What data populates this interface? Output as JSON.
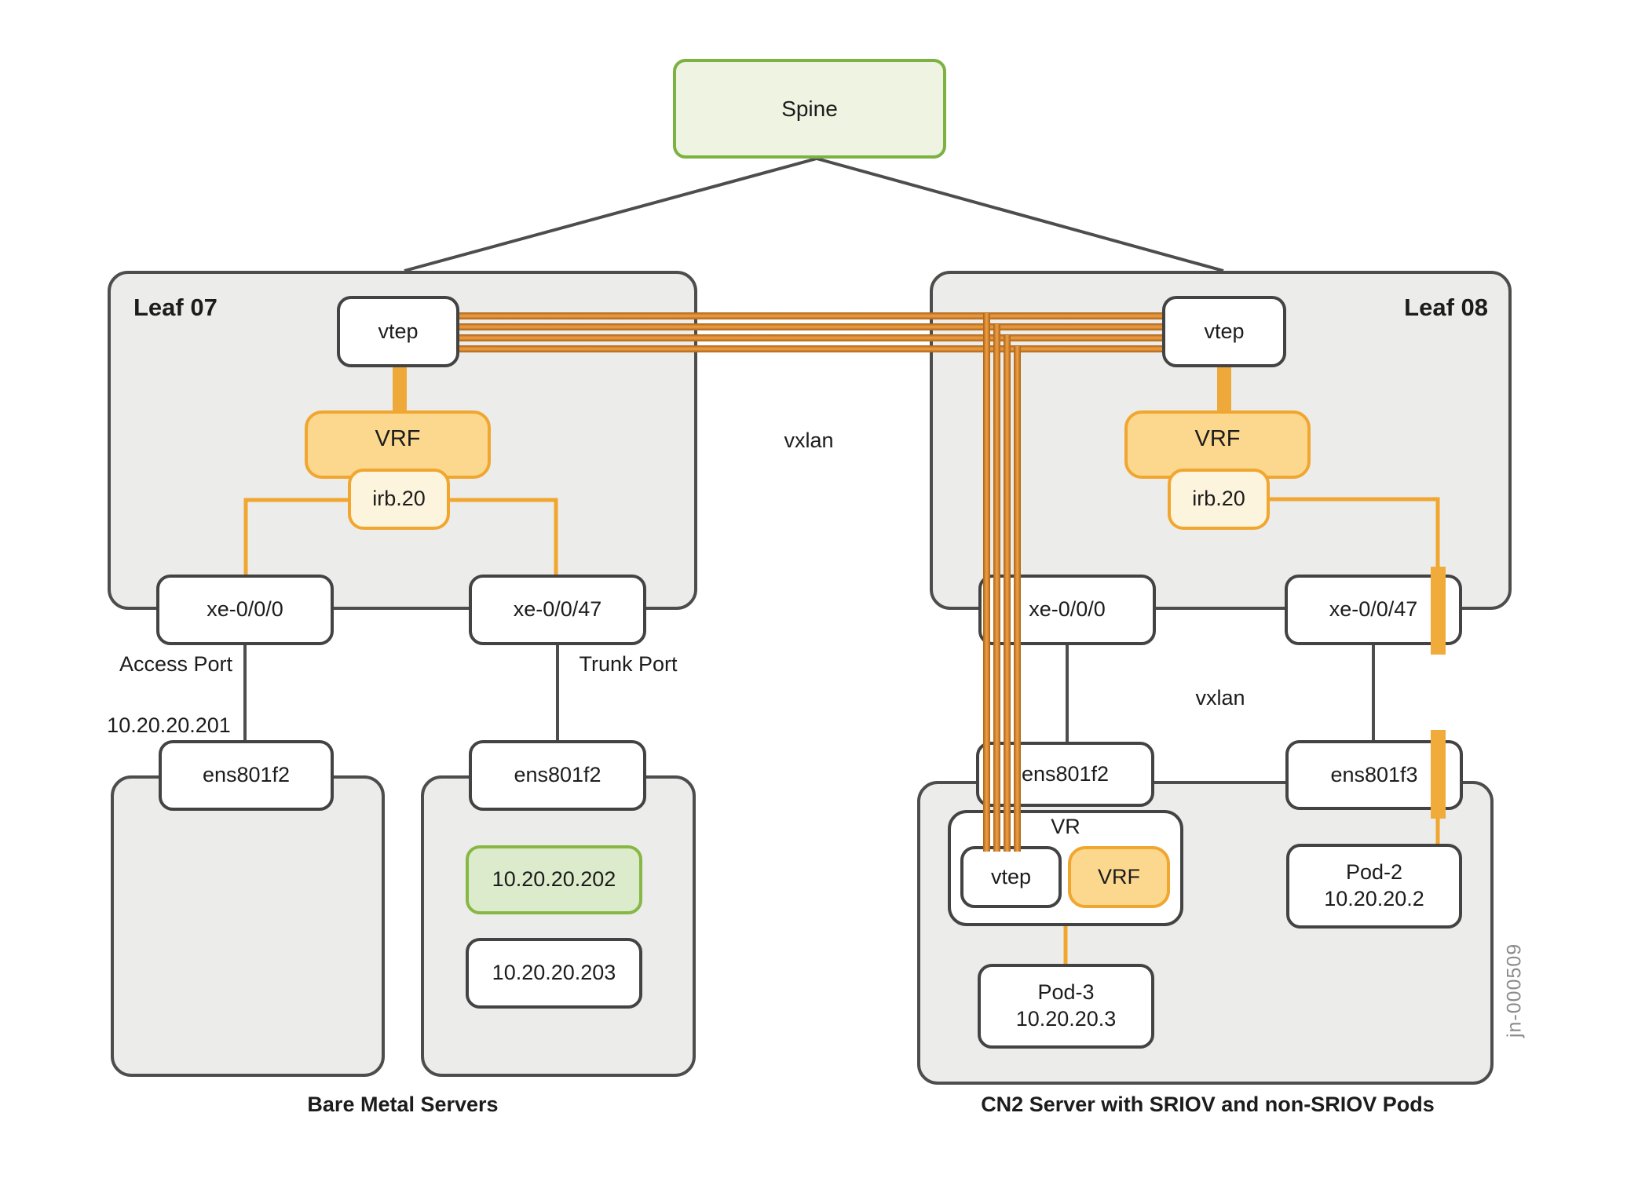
{
  "spine": {
    "label": "Spine"
  },
  "leaf07": {
    "title": "Leaf 07",
    "vtep": "vtep",
    "vrf": "VRF",
    "irb": "irb.20",
    "port_access": "xe-0/0/0",
    "port_trunk": "xe-0/0/47"
  },
  "leaf08": {
    "title": "Leaf 08",
    "vtep": "vtep",
    "vrf": "VRF",
    "irb": "irb.20",
    "port_access": "xe-0/0/0",
    "port_trunk": "xe-0/0/47"
  },
  "annotations": {
    "vxlan_mid": "vxlan",
    "vxlan_right": "vxlan",
    "access_port": "Access Port",
    "trunk_port": "Trunk Port",
    "ip_201": "10.20.20.201",
    "bm_caption": "Bare Metal Servers",
    "cn2_caption": "CN2 Server with SRIOV and non-SRIOV Pods",
    "figure_id": "jn-000509"
  },
  "bare_metal_1": {
    "nic": "ens801f2"
  },
  "bare_metal_2": {
    "nic": "ens801f2",
    "ip_active": "10.20.20.202",
    "ip_secondary": "10.20.20.203"
  },
  "cn2": {
    "nic_sriov": "ens801f2",
    "nic_nonsriov": "ens801f3",
    "vr_title": "VR",
    "vr_vtep": "vtep",
    "vr_vrf": "VRF",
    "pod3_name": "Pod-3",
    "pod3_ip": "10.20.20.3",
    "pod2_name": "Pod-2",
    "pod2_ip": "10.20.20.2"
  },
  "colors": {
    "accent_orange": "#F0A62F",
    "tunnel_orange": "#E08A28",
    "thick_link_orange": "#EFA93A",
    "vrf_fill": "#FBD88E",
    "irb_fill": "#FDF4DD",
    "container_fill": "#ECECEB",
    "outline_gray": "#4D4D4D",
    "spine_border_green": "#7BB241",
    "spine_fill": "#EEF3E2",
    "ip_green_fill": "#DCEBCB",
    "ip_green_border": "#87B744",
    "figure_id_gray": "#8B8B8B"
  }
}
